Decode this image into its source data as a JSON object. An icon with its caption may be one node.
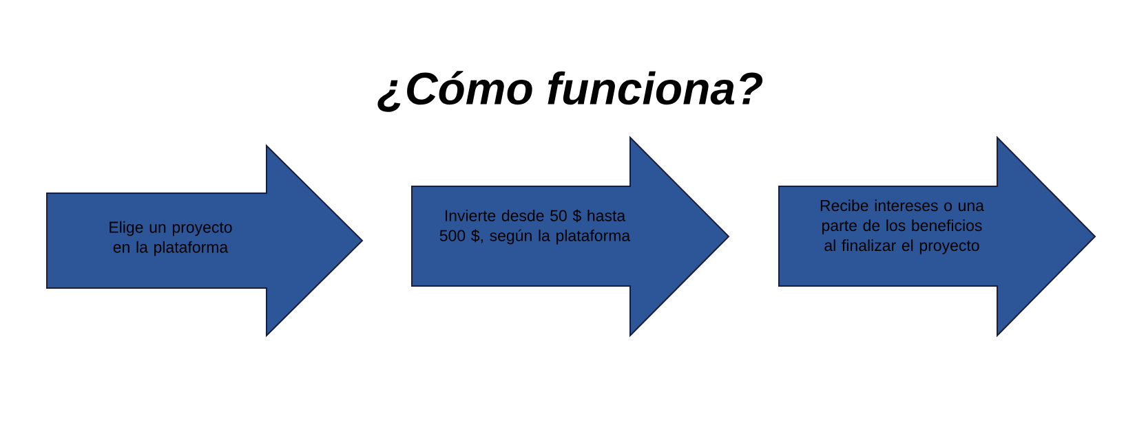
{
  "diagram": {
    "title": "¿Cómo funciona?",
    "nodes": [
      {
        "text": [
          "Elige un proyecto en la plataforma"
        ]
      },
      {
        "text": [
          "Invierte desde 50 $ hasta 500 $, según la plataforma"
        ]
      },
      {
        "text": [
          "Recibe intereses o una parte de los beneficios al finalizar el proyecto"
        ]
      }
    ]
  }
}
